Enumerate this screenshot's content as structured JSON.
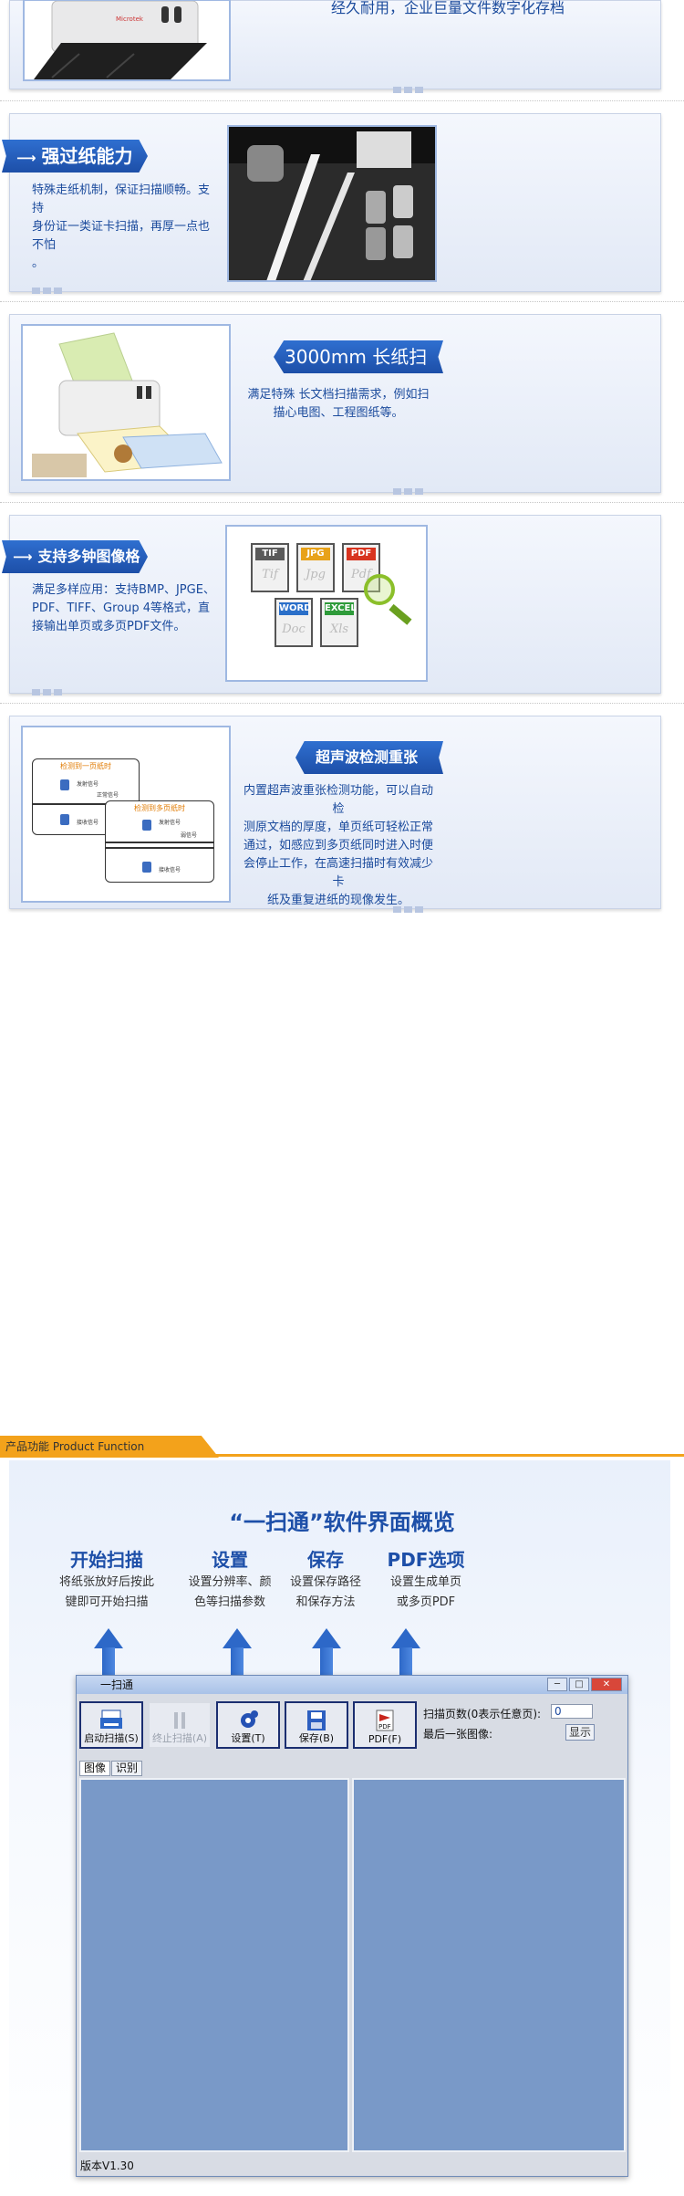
{
  "sections": [
    {
      "text_lines": [
        "经久耐用，企业巨量文件数字化存档"
      ]
    },
    {
      "title": "强过纸能力",
      "text_lines": [
        "特殊走纸机制，保证扫描顺畅。支持",
        "身份证一类证卡扫描，再厚一点也不怕",
        "。"
      ]
    },
    {
      "title": "3000mm  长纸扫描",
      "text_lines": [
        "满足特殊   长文档扫描需求，例如扫",
        "描心电图、工程图纸等。"
      ]
    },
    {
      "title": "支持多钟图像格式",
      "text_lines": [
        "满足多样应用：支持BMP、JPGE、",
        "PDF、TIFF、Group 4等格式，直",
        "接输出单页或多页PDF文件。"
      ],
      "formats": [
        {
          "label": "TIF",
          "watermark": "Tif",
          "color": "#5a5a5a"
        },
        {
          "label": "JPG",
          "watermark": "Jpg",
          "color": "#e8a21a"
        },
        {
          "label": "PDF",
          "watermark": "Pdf",
          "color": "#d8341f"
        },
        {
          "label": "WORD",
          "watermark": "Doc",
          "color": "#2a6fc9"
        },
        {
          "label": "EXCEL",
          "watermark": "Xls",
          "color": "#2e9b3a"
        }
      ]
    },
    {
      "title": "超声波检测重张",
      "text_lines": [
        "内置超声波重张检测功能，可以自动检",
        "测原文档的厚度，单页纸可轻松正常",
        "通过，如感应到多页纸同时进入时便",
        "会停止工作，在高速扫描时有效减少卡",
        "纸及重复进纸的现像发生。"
      ],
      "diagram": {
        "single_title": "检测到一页纸时",
        "multi_title": "检测到多页纸时",
        "emit": "发射信号",
        "normal": "正常信号",
        "weak": "弱信号",
        "receive": "接收信号"
      }
    }
  ],
  "product_function": {
    "label": "产品功能 Product Function"
  },
  "software": {
    "title": "“一扫通”软件界面概览",
    "features": [
      {
        "name": "开始扫描",
        "desc": [
          "将纸张放好后按此",
          "键即可开始扫描"
        ]
      },
      {
        "name": "设置",
        "desc": [
          "设置分辨率、颜",
          "色等扫描参数"
        ]
      },
      {
        "name": "保存",
        "desc": [
          "设置保存路径",
          "和保存方法"
        ]
      },
      {
        "name": "PDF选项",
        "desc": [
          "设置生成单页",
          "或多页PDF"
        ]
      }
    ],
    "window": {
      "title": "一扫通",
      "buttons": {
        "start": "启动扫描(S)",
        "stop": "终止扫描(A)",
        "settings": "设置(T)",
        "save": "保存(B)",
        "pdf": "PDF(F)"
      },
      "pages_label": "扫描页数(0表示任意页):",
      "pages_value": "0",
      "last_image_label": "最后一张图像:",
      "show_button": "显示",
      "tabs": [
        "图像",
        "识别"
      ],
      "status": "版本V1.30"
    }
  }
}
